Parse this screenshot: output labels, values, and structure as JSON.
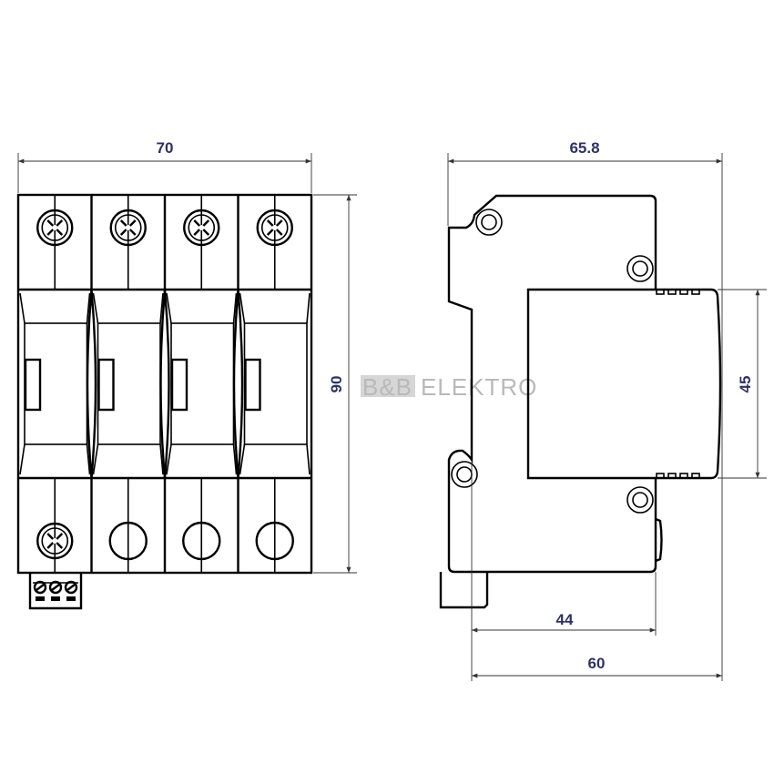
{
  "colors": {
    "dimension_text": "#2e3263",
    "line": "#000000",
    "watermark": "#b9b9b9"
  },
  "watermark": {
    "text_left": "B&B",
    "text_right": "ELEKTRO"
  },
  "front_view": {
    "poles": 4,
    "dimensions": {
      "width": "70",
      "height": "90"
    }
  },
  "side_view": {
    "dimensions": {
      "depth_total": "65.8",
      "front_height": "45",
      "depth_44": "44",
      "depth_60": "60"
    }
  }
}
